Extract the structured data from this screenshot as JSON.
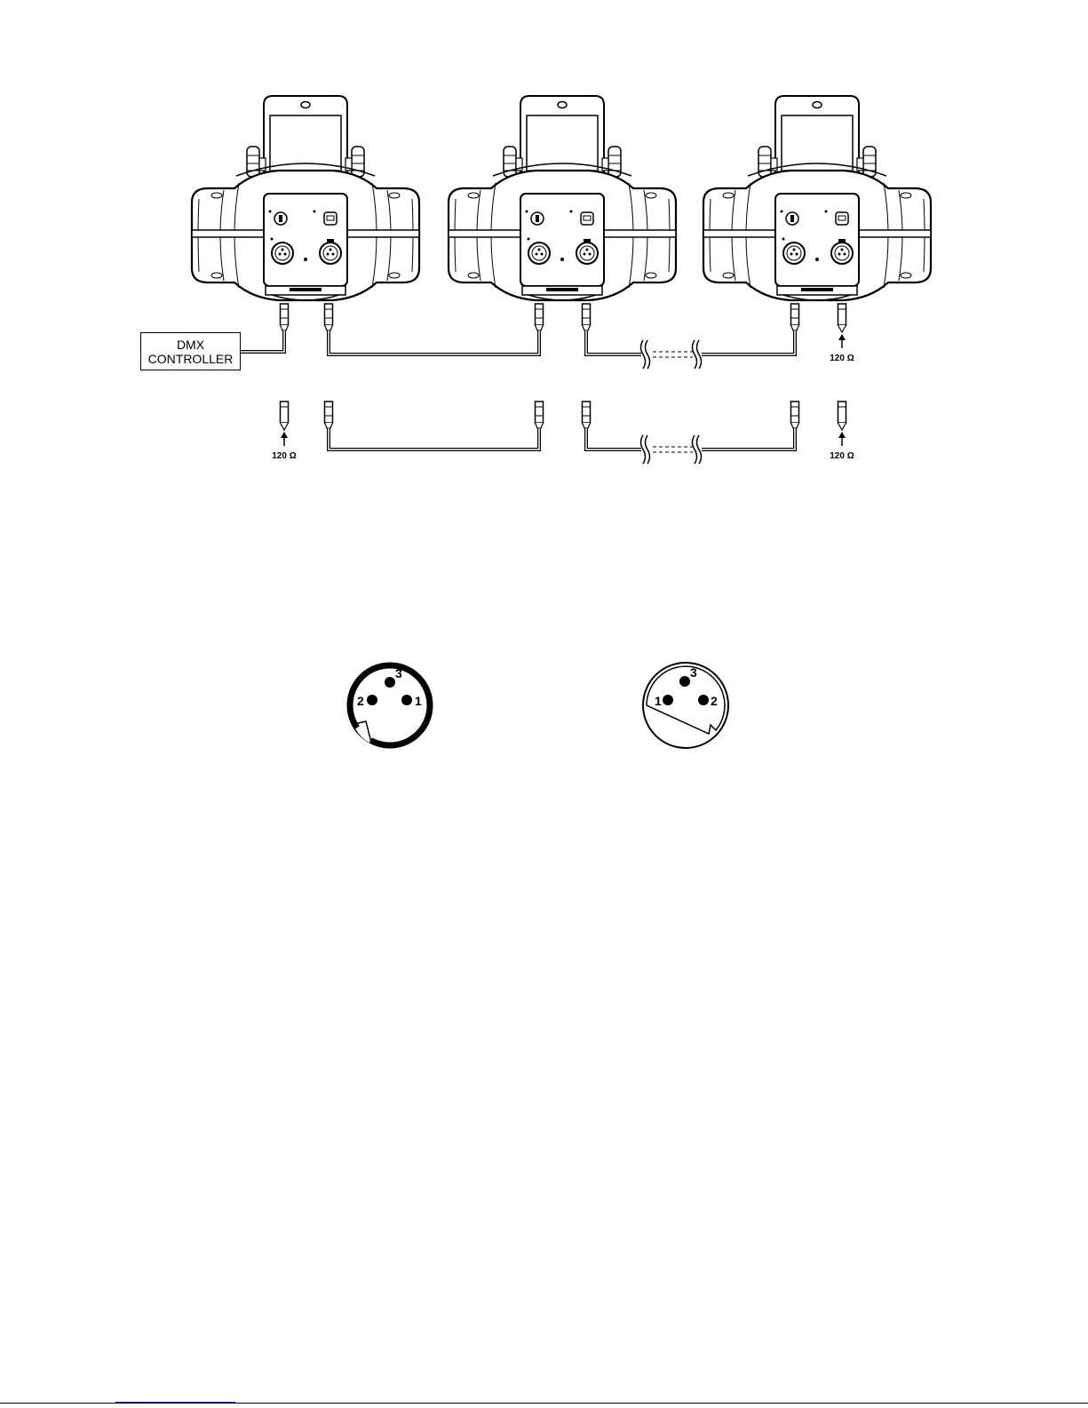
{
  "controller": {
    "line1": "DMX",
    "line2": "CONTROLLER"
  },
  "terminators": {
    "label": "120 Ω"
  },
  "connectors": {
    "male": {
      "pins": [
        "1",
        "2",
        "3"
      ]
    },
    "female": {
      "pins": [
        "1",
        "2",
        "3"
      ]
    }
  },
  "colors": {
    "line": "#000000",
    "background": "#ffffff",
    "link": "#0000ee"
  }
}
